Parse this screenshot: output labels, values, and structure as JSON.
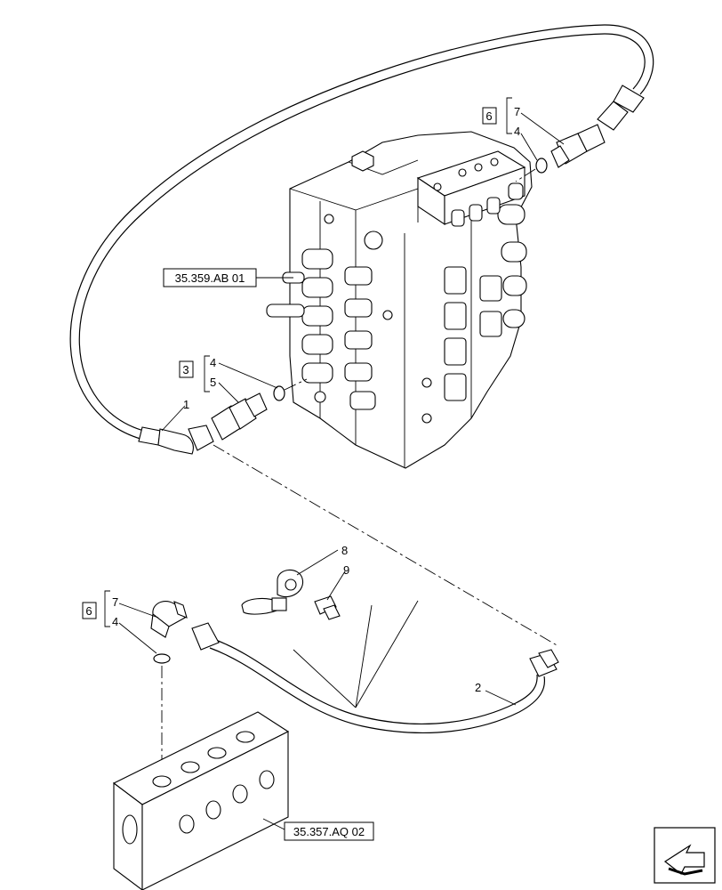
{
  "references": {
    "ref_valve_bank": "35.359.AB 01",
    "ref_manifold": "35.357.AQ 02"
  },
  "kits": {
    "kit_top": "6",
    "kit_mid": "3",
    "kit_bottom": "6"
  },
  "callouts": {
    "c_top_7": "7",
    "c_top_4": "4",
    "c_mid_4": "4",
    "c_mid_5": "5",
    "c_hose_1": "1",
    "c_clamp_8": "8",
    "c_screw_9": "9",
    "c_bot_7": "7",
    "c_bot_4": "4",
    "c_hose_2": "2"
  },
  "icons": {
    "nav_arrow": "arrow-icon"
  }
}
